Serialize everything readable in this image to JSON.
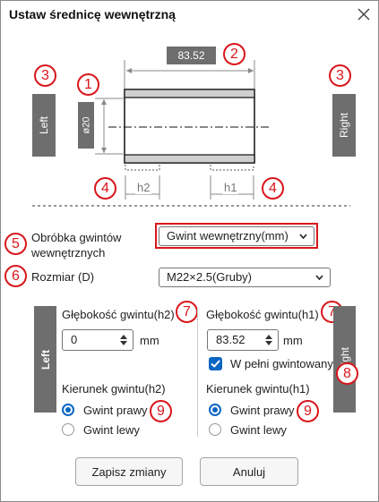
{
  "window": {
    "title": "Ustaw średnicę wewnętrzną"
  },
  "diagram": {
    "length_value": "83.52",
    "diameter_value": "ø20",
    "left_label": "Left",
    "right_label": "Right",
    "h2_label": "h2",
    "h1_label": "h1"
  },
  "badges": {
    "b1": "1",
    "b2": "2",
    "b3": "3",
    "b4": "4",
    "b5": "5",
    "b6": "6",
    "b7": "7",
    "b8": "8",
    "b9": "9"
  },
  "form": {
    "machining_label": "Obróbka gwintów wewnętrznych",
    "machining_value": "Gwint wewnętrzny(mm)",
    "size_label": "Rozmiar (D)",
    "size_value": "M22×2.5(Gruby)"
  },
  "left_panel": {
    "tab_label": "Left",
    "depth_label": "Głębokość gwintu(h2)",
    "depth_value": "0",
    "depth_unit": "mm",
    "direction_label": "Kierunek gwintu(h2)",
    "right_hand": "Gwint prawy",
    "left_hand": "Gwint lewy",
    "selected": "right"
  },
  "right_panel": {
    "tab_label": "Right",
    "depth_label": "Głębokość gwintu(h1)",
    "depth_value": "83.52",
    "depth_unit": "mm",
    "fully_threaded_label": "W pełni gwintowany",
    "fully_threaded_checked": true,
    "direction_label": "Kierunek gwintu(h1)",
    "right_hand": "Gwint prawy",
    "left_hand": "Gwint lewy",
    "selected": "right"
  },
  "buttons": {
    "save": "Zapisz zmiany",
    "cancel": "Anuluj"
  },
  "colors": {
    "accent": "#0b66c3",
    "annotation_red": "#d9161c",
    "label_gray": "#6e6e6e"
  }
}
